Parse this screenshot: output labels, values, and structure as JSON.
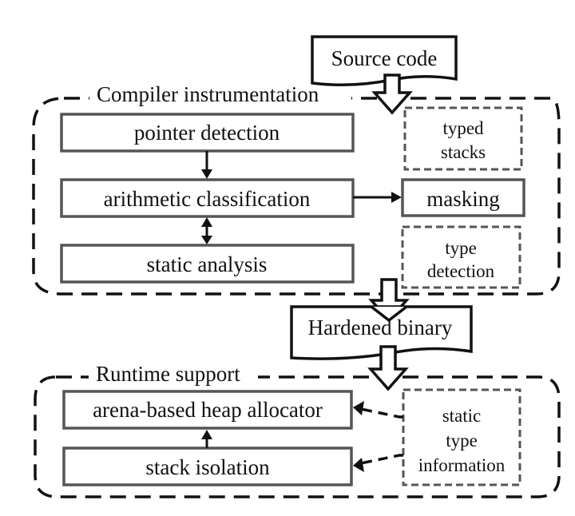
{
  "diagram": {
    "inputs": {
      "source_code": "Source code",
      "hardened_binary": "Hardened binary"
    },
    "compiler_group": {
      "title": "Compiler instrumentation",
      "boxes": [
        {
          "id": "pointer-detection",
          "label": "pointer detection"
        },
        {
          "id": "arithmetic-classification",
          "label": "arithmetic classification"
        },
        {
          "id": "static-analysis",
          "label": "static analysis"
        }
      ],
      "side_boxes": [
        {
          "id": "typed-stacks",
          "lines": [
            "typed",
            "stacks"
          ],
          "style": "dashed"
        },
        {
          "id": "masking",
          "lines": [
            "masking"
          ],
          "style": "solid"
        },
        {
          "id": "type-detection",
          "lines": [
            "type",
            "detection"
          ],
          "style": "dashed"
        }
      ]
    },
    "runtime_group": {
      "title": "Runtime support",
      "boxes": [
        {
          "id": "arena-heap-allocator",
          "label": "arena-based heap allocator"
        },
        {
          "id": "stack-isolation",
          "label": "stack isolation"
        }
      ],
      "side_box": {
        "id": "static-type-information",
        "lines": [
          "static",
          "type",
          "information"
        ],
        "style": "dashed"
      }
    },
    "edges": [
      {
        "from": "pointer detection",
        "to": "arithmetic classification",
        "type": "solid-arrow"
      },
      {
        "from": "arithmetic classification",
        "to": "static analysis",
        "type": "bidirectional-arrow"
      },
      {
        "from": "arithmetic classification",
        "to": "masking",
        "type": "solid-arrow"
      },
      {
        "from": "stack isolation",
        "to": "arena-based heap allocator",
        "type": "solid-arrow"
      },
      {
        "from": "static type information",
        "to": "arena-based heap allocator",
        "type": "dashed-arrow"
      },
      {
        "from": "static type information",
        "to": "stack isolation",
        "type": "dashed-arrow"
      },
      {
        "from": "Source code",
        "to": "Compiler instrumentation",
        "type": "block-arrow"
      },
      {
        "from": "Compiler instrumentation",
        "to": "Hardened binary",
        "type": "block-arrow"
      },
      {
        "from": "Hardened binary",
        "to": "Runtime support",
        "type": "block-arrow"
      }
    ]
  }
}
